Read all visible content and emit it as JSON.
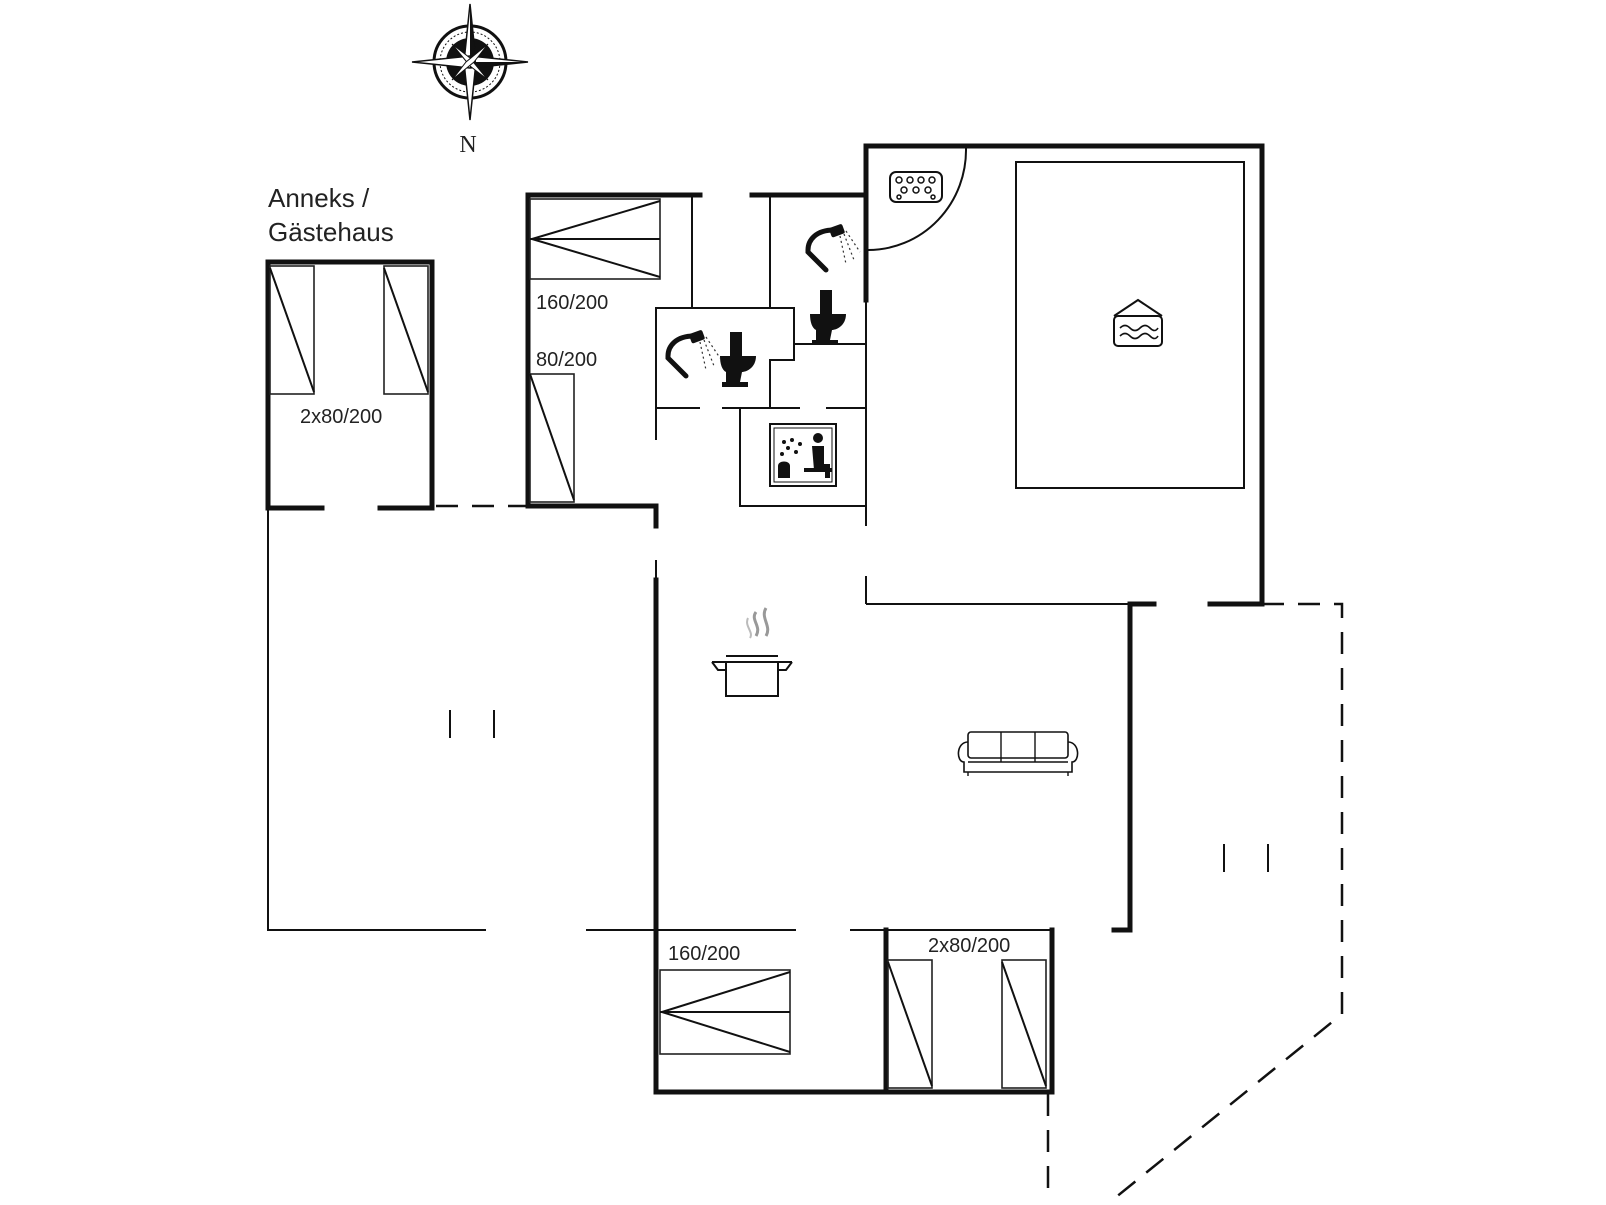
{
  "compass": {
    "north_label": "N"
  },
  "annex": {
    "title_line1": "Anneks /",
    "title_line2": "Gästehaus",
    "bed": "2x80/200"
  },
  "beds": {
    "north_double": "160/200",
    "north_single": "80/200",
    "south_double": "160/200",
    "south_twin": "2x80/200"
  },
  "icons": [
    "compass-icon",
    "spa-tub-icon",
    "shower-icon",
    "toilet-icon",
    "sauna-icon",
    "pool-icon",
    "cooking-pot-icon",
    "sofa-icon",
    "door-icon"
  ]
}
